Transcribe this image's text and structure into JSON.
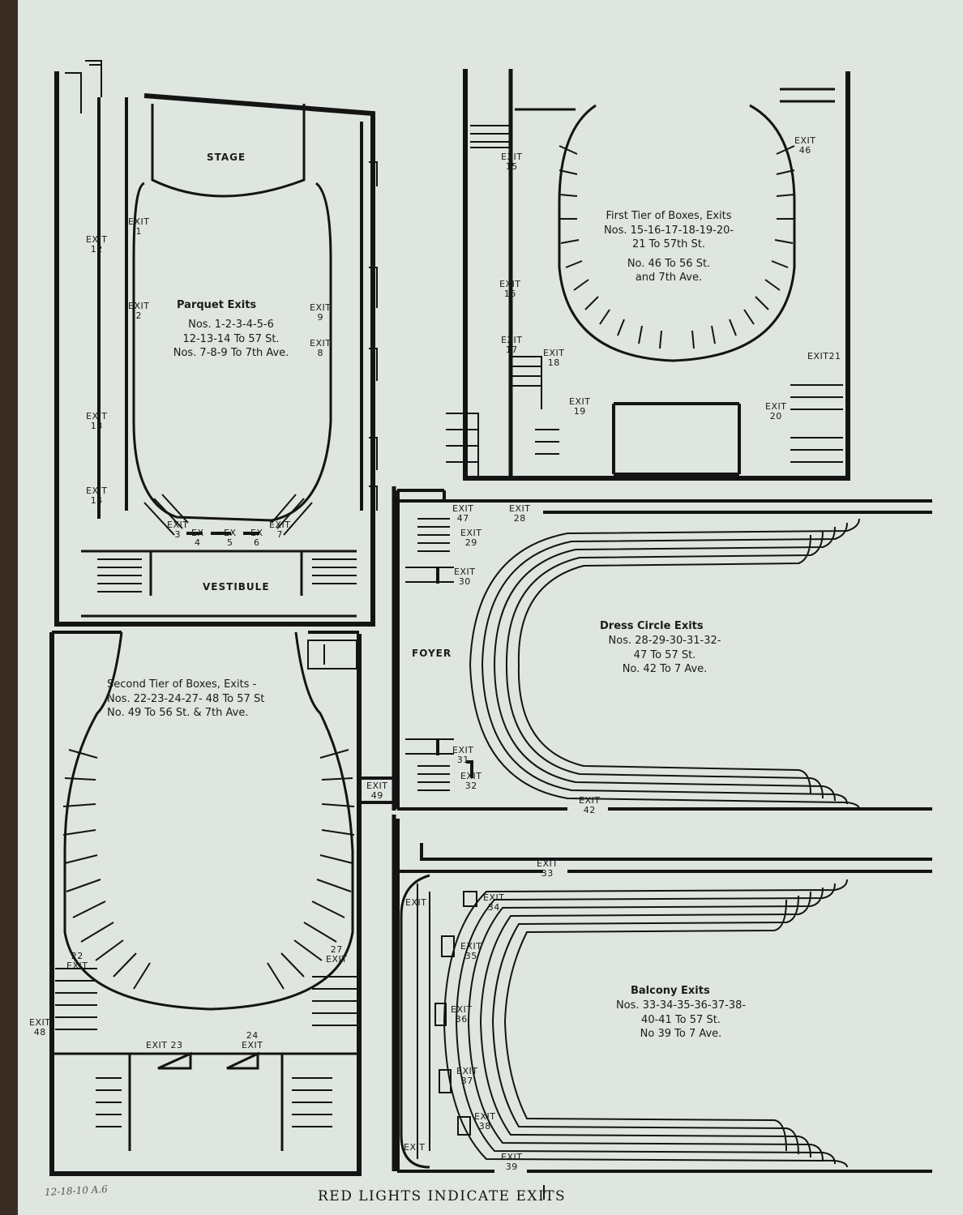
{
  "footer": {
    "title": "RED LIGHTS INDICATE EXITS",
    "stamp": "12-18-10 A.6"
  },
  "plans": {
    "parquet": {
      "room_labels": [
        "STAGE",
        "VESTIBULE"
      ],
      "heading": "Parquet Exits",
      "caption": [
        "Nos. 1-2-3-4-5-6",
        "12-13-14 To 57 St.",
        "Nos. 7-8-9 To 7th Ave."
      ],
      "exits": [
        {
          "word": "EXIT",
          "num": "1"
        },
        {
          "word": "EXIT",
          "num": "2"
        },
        {
          "word": "EXIT",
          "num": "3"
        },
        {
          "word": "EX",
          "num": "4"
        },
        {
          "word": "EX",
          "num": "5"
        },
        {
          "word": "EX",
          "num": "6"
        },
        {
          "word": "EXIT",
          "num": "7"
        },
        {
          "word": "EXIT",
          "num": "8"
        },
        {
          "word": "EXIT",
          "num": "9"
        },
        {
          "word": "EXIT",
          "num": "12"
        },
        {
          "word": "EXIT",
          "num": "13"
        },
        {
          "word": "EXIT",
          "num": "14"
        }
      ]
    },
    "first_tier": {
      "caption": [
        "First Tier of Boxes, Exits",
        "Nos. 15-16-17-18-19-20-",
        "21 To 57th St.",
        "No. 46 To 56 St.",
        "and 7th Ave."
      ],
      "exits": [
        {
          "word": "EXIT",
          "num": "15"
        },
        {
          "word": "EXIT",
          "num": "16"
        },
        {
          "word": "EXIT",
          "num": "17"
        },
        {
          "word": "EXIT",
          "num": "18"
        },
        {
          "word": "EXIT",
          "num": "19"
        },
        {
          "word": "EXIT",
          "num": "20"
        },
        {
          "word": "EXIT",
          "num": "21"
        },
        {
          "word": "EXIT",
          "num": "46"
        }
      ]
    },
    "dress_circle": {
      "room_label": "FOYER",
      "heading": "Dress Circle Exits",
      "caption": [
        "Nos. 28-29-30-31-32-",
        "47 To 57 St.",
        "No. 42 To 7 Ave."
      ],
      "exits": [
        {
          "word": "EXIT",
          "num": "47"
        },
        {
          "word": "EXIT",
          "num": "28"
        },
        {
          "word": "EXIT",
          "num": "29"
        },
        {
          "word": "EXIT",
          "num": "30"
        },
        {
          "word": "EXIT",
          "num": "31"
        },
        {
          "word": "EXIT",
          "num": "32"
        },
        {
          "word": "EXIT",
          "num": "42"
        }
      ]
    },
    "second_tier": {
      "caption": [
        "Second Tier of Boxes, Exits -",
        "Nos. 22-23-24-27- 48 To 57 St",
        "No. 49 To 56 St. & 7th Ave."
      ],
      "exits": [
        {
          "word": "EXIT",
          "num": "22"
        },
        {
          "word": "EXIT",
          "num": "23"
        },
        {
          "word": "EXIT",
          "num": "24"
        },
        {
          "word": "EXIT",
          "num": "27"
        },
        {
          "word": "EXIT",
          "num": "48"
        },
        {
          "word": "EXIT",
          "num": "49"
        }
      ]
    },
    "balcony": {
      "heading": "Balcony Exits",
      "caption": [
        "Nos. 33-34-35-36-37-38-",
        "40-41 To 57 St.",
        "No 39 To 7 Ave."
      ],
      "exits": [
        {
          "word": "EXIT",
          "num": "33"
        },
        {
          "word": "EXIT",
          "num": "34"
        },
        {
          "word": "EXIT",
          "num": "35"
        },
        {
          "word": "EXIT",
          "num": "36"
        },
        {
          "word": "EXIT",
          "num": "37"
        },
        {
          "word": "EXIT",
          "num": "38"
        },
        {
          "word": "EXIT",
          "num": "39"
        },
        {
          "word": "EXIT",
          "num": ""
        },
        {
          "word": "EXIT",
          "num": ""
        }
      ]
    }
  }
}
